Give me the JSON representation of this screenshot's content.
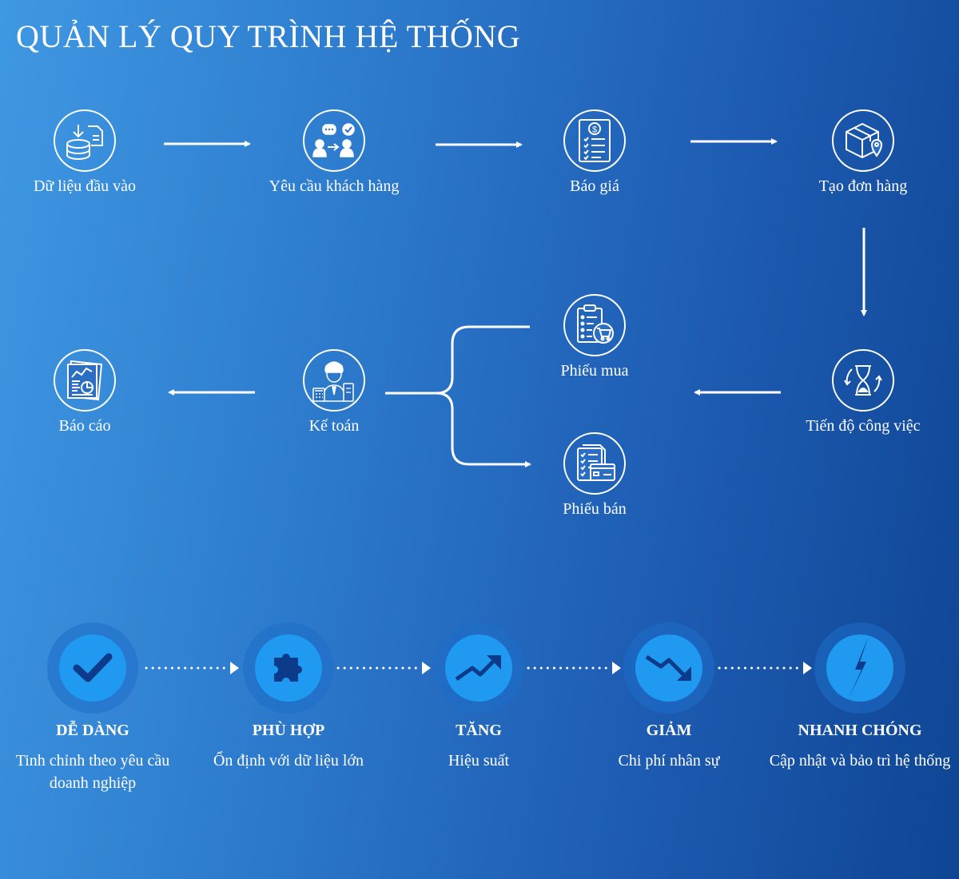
{
  "title": "QUẢN LÝ QUY TRÌNH HỆ THỐNG",
  "process": {
    "input_data": "Dữ liệu đầu vào",
    "customer_request": "Yêu cầu khách hàng",
    "quotation": "Báo giá",
    "create_order": "Tạo đơn hàng",
    "work_progress": "Tiến độ công việc",
    "purchase_slip": "Phiếu mua",
    "sales_slip": "Phiếu bán",
    "accounting": "Kế toán",
    "report": "Báo cáo"
  },
  "benefits": [
    {
      "title": "DỄ DÀNG",
      "desc": "Tinh chỉnh theo yêu cầu doanh nghiệp",
      "icon": "check-icon"
    },
    {
      "title": "PHÙ HỢP",
      "desc": "Ổn định với dữ liệu lớn",
      "icon": "puzzle-icon"
    },
    {
      "title": "TĂNG",
      "desc": "Hiệu suất",
      "icon": "trend-up-icon"
    },
    {
      "title": "GIẢM",
      "desc": "Chi phí nhân sự",
      "icon": "trend-down-icon"
    },
    {
      "title": "NHANH CHÓNG",
      "desc": "Cập nhật và bảo trì hệ thống",
      "icon": "lightning-icon"
    }
  ],
  "colors": {
    "icon_dark": "#0d3b8c",
    "icon_bg": "#1f9af0",
    "line": "#ffffff"
  }
}
